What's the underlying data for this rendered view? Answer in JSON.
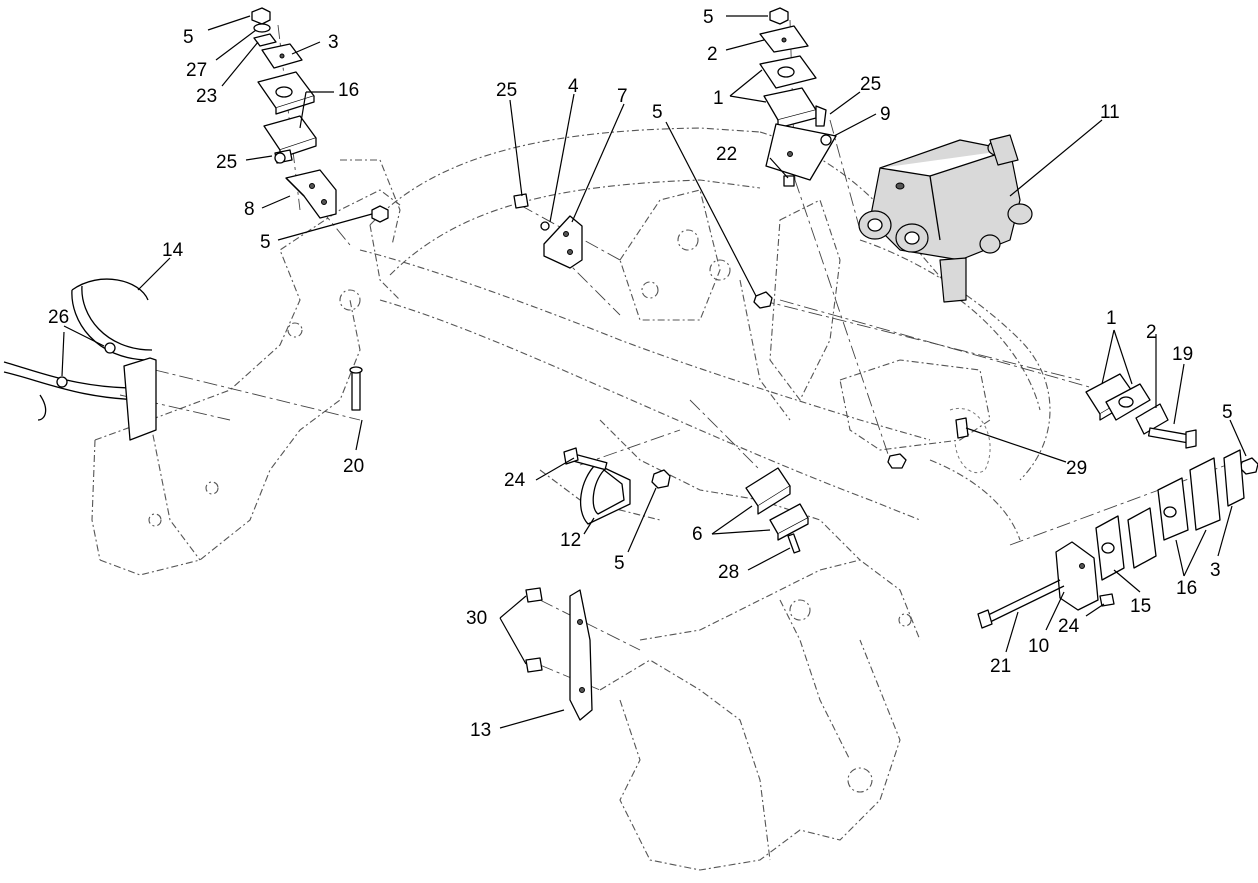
{
  "callouts": [
    {
      "id": "c5a",
      "text": "5"
    },
    {
      "id": "c27",
      "text": "27"
    },
    {
      "id": "c23",
      "text": "23"
    },
    {
      "id": "c3a",
      "text": "3"
    },
    {
      "id": "c16a",
      "text": "16"
    },
    {
      "id": "c25a",
      "text": "25"
    },
    {
      "id": "c8",
      "text": "8"
    },
    {
      "id": "c5b",
      "text": "5"
    },
    {
      "id": "c14",
      "text": "14"
    },
    {
      "id": "c26",
      "text": "26"
    },
    {
      "id": "c20",
      "text": "20"
    },
    {
      "id": "c25b",
      "text": "25"
    },
    {
      "id": "c4",
      "text": "4"
    },
    {
      "id": "c7",
      "text": "7"
    },
    {
      "id": "c5c",
      "text": "5"
    },
    {
      "id": "c5d",
      "text": "5"
    },
    {
      "id": "c2a",
      "text": "2"
    },
    {
      "id": "c1a",
      "text": "1"
    },
    {
      "id": "c25c",
      "text": "25"
    },
    {
      "id": "c9",
      "text": "9"
    },
    {
      "id": "c22",
      "text": "22"
    },
    {
      "id": "c11",
      "text": "11"
    },
    {
      "id": "c1b",
      "text": "1"
    },
    {
      "id": "c2b",
      "text": "2"
    },
    {
      "id": "c19",
      "text": "19"
    },
    {
      "id": "c5e",
      "text": "5"
    },
    {
      "id": "c29",
      "text": "29"
    },
    {
      "id": "c24a",
      "text": "24"
    },
    {
      "id": "c12",
      "text": "12"
    },
    {
      "id": "c5f",
      "text": "5"
    },
    {
      "id": "c6",
      "text": "6"
    },
    {
      "id": "c28",
      "text": "28"
    },
    {
      "id": "c3b",
      "text": "3"
    },
    {
      "id": "c16b",
      "text": "16"
    },
    {
      "id": "c15",
      "text": "15"
    },
    {
      "id": "c24b",
      "text": "24"
    },
    {
      "id": "c10",
      "text": "10"
    },
    {
      "id": "c21",
      "text": "21"
    },
    {
      "id": "c30",
      "text": "30"
    },
    {
      "id": "c13",
      "text": "13"
    }
  ]
}
